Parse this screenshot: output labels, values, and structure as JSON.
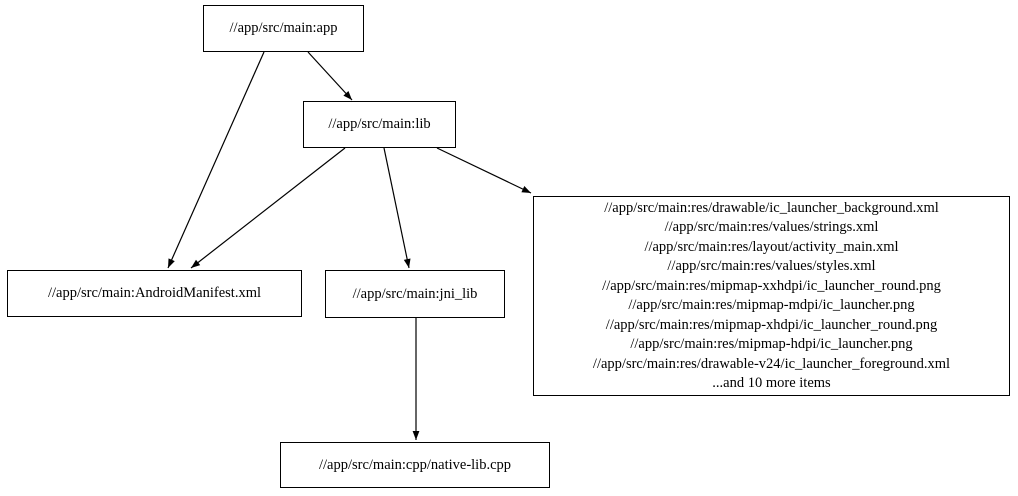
{
  "diagram": {
    "type": "dependency-graph",
    "colors": {
      "background": "#ffffff",
      "node_border": "#000000",
      "node_fill": "#ffffff",
      "edge": "#000000",
      "text": "#000000"
    },
    "nodes": {
      "app": {
        "label": "//app/src/main:app"
      },
      "lib": {
        "label": "//app/src/main:lib"
      },
      "manifest": {
        "label": "//app/src/main:AndroidManifest.xml"
      },
      "jni_lib": {
        "label": "//app/src/main:jni_lib"
      },
      "res": {
        "lines": [
          "//app/src/main:res/drawable/ic_launcher_background.xml",
          "//app/src/main:res/values/strings.xml",
          "//app/src/main:res/layout/activity_main.xml",
          "//app/src/main:res/values/styles.xml",
          "//app/src/main:res/mipmap-xxhdpi/ic_launcher_round.png",
          "//app/src/main:res/mipmap-mdpi/ic_launcher.png",
          "//app/src/main:res/mipmap-xhdpi/ic_launcher_round.png",
          "//app/src/main:res/mipmap-hdpi/ic_launcher.png",
          "//app/src/main:res/drawable-v24/ic_launcher_foreground.xml",
          "...and 10 more items"
        ]
      },
      "cpp": {
        "label": "//app/src/main:cpp/native-lib.cpp"
      }
    },
    "edges": [
      {
        "from": "app",
        "to": "lib"
      },
      {
        "from": "app",
        "to": "manifest"
      },
      {
        "from": "lib",
        "to": "manifest"
      },
      {
        "from": "lib",
        "to": "jni_lib"
      },
      {
        "from": "lib",
        "to": "res"
      },
      {
        "from": "jni_lib",
        "to": "cpp"
      }
    ]
  }
}
